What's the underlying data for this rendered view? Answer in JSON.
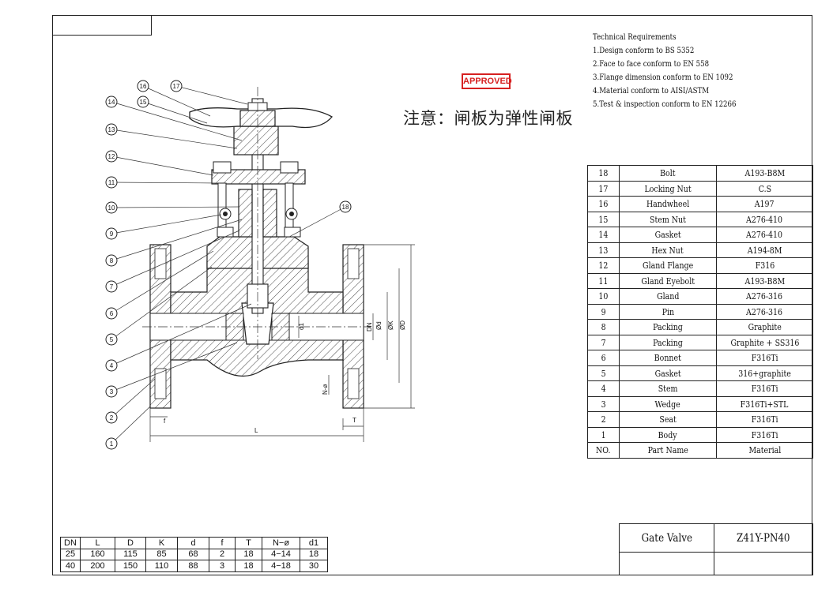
{
  "stamp": "APPROVED",
  "note_cn": "注意：闸板为弹性闸板",
  "technical_requirements": {
    "title": "Technical Requirements",
    "items": [
      "1.Design conform to BS 5352",
      "2.Face to face conform to EN 558",
      "3.Flange dimension conform to EN 1092",
      "4.Material conform to AISI/ASTM",
      "5.Test & inspection conform to EN 12266"
    ]
  },
  "parts_list": {
    "header": [
      "NO.",
      "Part Name",
      "Material"
    ],
    "rows": [
      [
        "18",
        "Bolt",
        "A193-B8M"
      ],
      [
        "17",
        "Locking Nut",
        "C.S"
      ],
      [
        "16",
        "Handwheel",
        "A197"
      ],
      [
        "15",
        "Stem Nut",
        "A276-410"
      ],
      [
        "14",
        "Gasket",
        "A276-410"
      ],
      [
        "13",
        "Hex Nut",
        "A194-8M"
      ],
      [
        "12",
        "Gland Flange",
        "F316"
      ],
      [
        "11",
        "Gland Eyebolt",
        "A193-B8M"
      ],
      [
        "10",
        "Gland",
        "A276-316"
      ],
      [
        "9",
        "Pin",
        "A276-316"
      ],
      [
        "8",
        "Packing",
        "Graphite"
      ],
      [
        "7",
        "Packing",
        "Graphite + SS316"
      ],
      [
        "6",
        "Bonnet",
        "F316Ti"
      ],
      [
        "5",
        "Gasket",
        "316+graphite"
      ],
      [
        "4",
        "Stem",
        "F316Ti"
      ],
      [
        "3",
        "Wedge",
        "F316Ti+STL"
      ],
      [
        "2",
        "Seat",
        "F316Ti"
      ],
      [
        "1",
        "Body",
        "F316Ti"
      ]
    ]
  },
  "dimension_table": {
    "header": [
      "DN",
      "L",
      "D",
      "K",
      "d",
      "f",
      "T",
      "N−ø",
      "d1"
    ],
    "rows": [
      [
        "25",
        "160",
        "115",
        "85",
        "68",
        "2",
        "18",
        "4−14",
        "18"
      ],
      [
        "40",
        "200",
        "150",
        "110",
        "88",
        "3",
        "18",
        "4−18",
        "30"
      ]
    ]
  },
  "title_block": {
    "name": "Gate Valve",
    "model": "Z41Y-PN40"
  },
  "drawing_labels": {
    "L": "L",
    "T": "T",
    "f": "f",
    "N_phi": "N-ø",
    "D": "ØD",
    "K": "ØK",
    "d": "Ød",
    "DN": "DN",
    "d1": "d1"
  },
  "balloons": [
    "1",
    "2",
    "3",
    "4",
    "5",
    "6",
    "7",
    "8",
    "9",
    "10",
    "11",
    "12",
    "13",
    "14",
    "15",
    "16",
    "17",
    "18"
  ]
}
